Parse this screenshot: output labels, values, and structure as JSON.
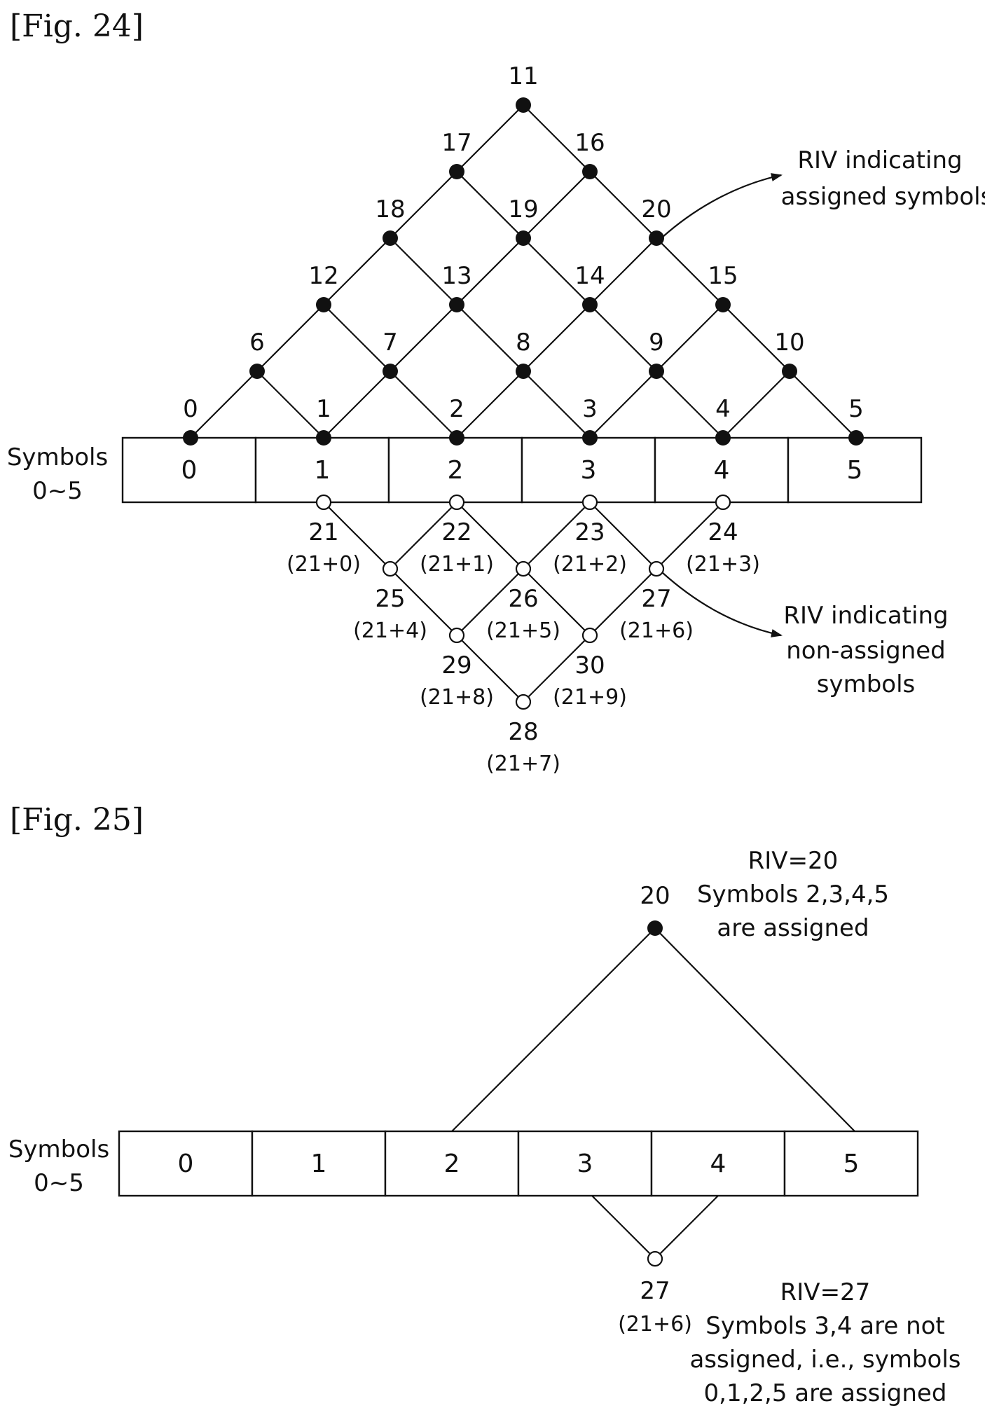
{
  "fig24": {
    "title": "[Fig. 24]",
    "symbols_label": [
      "Symbols",
      "0~5"
    ],
    "cells": [
      "0",
      "1",
      "2",
      "3",
      "4",
      "5"
    ],
    "assigned_nodes": [
      {
        "riv": "0"
      },
      {
        "riv": "1"
      },
      {
        "riv": "2"
      },
      {
        "riv": "3"
      },
      {
        "riv": "4"
      },
      {
        "riv": "5"
      },
      {
        "riv": "6"
      },
      {
        "riv": "7"
      },
      {
        "riv": "8"
      },
      {
        "riv": "9"
      },
      {
        "riv": "10"
      },
      {
        "riv": "12"
      },
      {
        "riv": "13"
      },
      {
        "riv": "14"
      },
      {
        "riv": "15"
      },
      {
        "riv": "18"
      },
      {
        "riv": "19"
      },
      {
        "riv": "20"
      },
      {
        "riv": "17"
      },
      {
        "riv": "16"
      },
      {
        "riv": "11"
      }
    ],
    "non_assigned_nodes": [
      {
        "riv": "21",
        "formula": "(21+0)"
      },
      {
        "riv": "22",
        "formula": "(21+1)"
      },
      {
        "riv": "23",
        "formula": "(21+2)"
      },
      {
        "riv": "24",
        "formula": "(21+3)"
      },
      {
        "riv": "25",
        "formula": "(21+4)"
      },
      {
        "riv": "26",
        "formula": "(21+5)"
      },
      {
        "riv": "27",
        "formula": "(21+6)"
      },
      {
        "riv": "29",
        "formula": "(21+8)"
      },
      {
        "riv": "30",
        "formula": "(21+9)"
      },
      {
        "riv": "28",
        "formula": "(21+7)"
      }
    ],
    "annotation_assigned": [
      "RIV indicating",
      "assigned symbols"
    ],
    "annotation_non_assigned": [
      "RIV indicating",
      "non-assigned",
      "symbols"
    ]
  },
  "fig25": {
    "title": "[Fig. 25]",
    "symbols_label": [
      "Symbols",
      "0~5"
    ],
    "cells": [
      "0",
      "1",
      "2",
      "3",
      "4",
      "5"
    ],
    "top_node": {
      "riv": "20"
    },
    "bottom_node": {
      "riv": "27",
      "formula": "(21+6)"
    },
    "note_top": [
      "RIV=20",
      "Symbols 2,3,4,5",
      "are assigned"
    ],
    "note_bottom": [
      "RIV=27",
      "Symbols 3,4 are not",
      "assigned, i.e., symbols",
      "0,1,2,5 are assigned"
    ]
  }
}
